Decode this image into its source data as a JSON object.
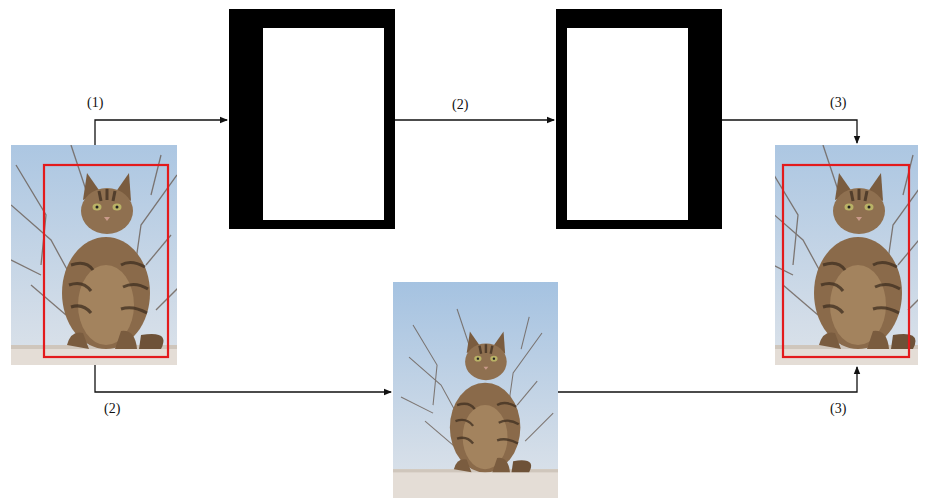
{
  "diagram": {
    "labels": [
      "(1)",
      "(2)",
      "(3)",
      "(2)",
      "(3)"
    ]
  }
}
